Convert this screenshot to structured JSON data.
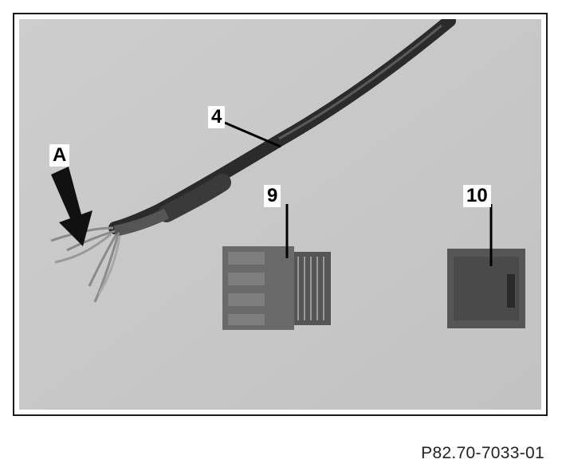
{
  "callouts": {
    "a": "A",
    "cable": "4",
    "connector_9": "9",
    "connector_10": "10"
  },
  "reference": "P82.70-7033-01",
  "colors": {
    "background": "#c8c8c8",
    "cable": "#2b2b2b",
    "frame": "#1a1a1a"
  },
  "icons": [
    "arrow-down-icon"
  ]
}
